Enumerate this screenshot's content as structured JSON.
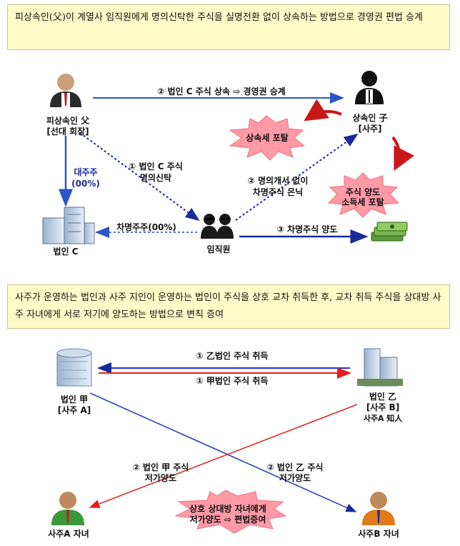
{
  "section1": {
    "description": "피상속인(父)이 계열사 임직원에게 명의신탁한 주식을 실명전환 없이 상속하는 방법으로 경영권 편법 승계",
    "father": {
      "name": "피상속인 父",
      "role": "[선대 회장]"
    },
    "son": {
      "name": "상속인 子",
      "role": "[사주]"
    },
    "corp_c": "법인 C",
    "employee": "임직원",
    "arrow_inherit": "② 법인 C 주식 상속 ⇨ 경영권 승계",
    "major_shareholder": [
      "대주주",
      "(00%)"
    ],
    "trust": [
      "① 법인 C 주식",
      "명의신탁"
    ],
    "hidden": [
      "② 명의개서 없이",
      "차명주식 은닉"
    ],
    "nominee": "차명주주(00%)",
    "transfer": "③ 차명주식 양도",
    "burst_inherit_tax": "상속세 포탈",
    "burst_transfer_tax": [
      "주식 양도",
      "소득세 포탈"
    ]
  },
  "section2": {
    "description": "사주가 운영하는 법인과 사주 지인이 운영하는 법인이 주식을 상호 교차 취득한 후, 교차 취득 주식을 상대방 사주 자녀에게 서로 저기에 양도하는 방법으로 변칙 증여",
    "corp_a": {
      "name": "법인 甲",
      "owner": "[사주 A]"
    },
    "corp_b": {
      "name": "법인 乙",
      "owner": "[사주 B]",
      "note": "사주A 知人"
    },
    "arrow_b": "① 乙법인 주식 취득",
    "arrow_a": "① 甲법인 주식 취득",
    "transfer_a": [
      "② 법인 甲 주식",
      "저가양도"
    ],
    "transfer_b": [
      "② 법인 乙 주식",
      "저가양도"
    ],
    "child_a": "사주A 자녀",
    "child_b": "사주B 자녀",
    "burst": [
      "상호 상대방 자녀에게",
      "저가양도 ⇨ 편법증여"
    ]
  }
}
